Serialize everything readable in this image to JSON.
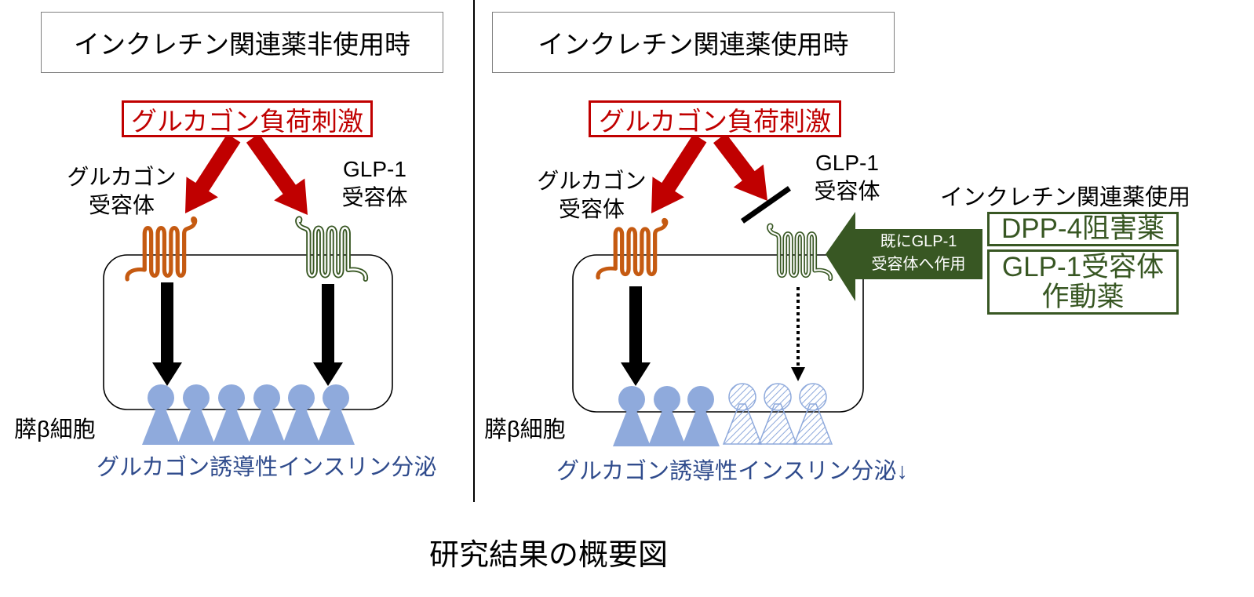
{
  "left_panel": {
    "title": "インクレチン関連薬非使用時",
    "stimulus": "グルカゴン負荷刺激",
    "glucagon_receptor_label": [
      "グルカゴン",
      "受容体"
    ],
    "glp1_receptor_label": [
      "GLP-1",
      "受容体"
    ],
    "cell_label": "膵β細胞",
    "outcome": "グルカゴン誘導性インスリン分泌"
  },
  "right_panel": {
    "title": "インクレチン関連薬使用時",
    "stimulus": "グルカゴン負荷刺激",
    "glucagon_receptor_label": [
      "グルカゴン",
      "受容体"
    ],
    "glp1_receptor_label": [
      "GLP-1",
      "受容体"
    ],
    "drug_group_label": "インクレチン関連薬使用",
    "drug_1": "DPP-4阻害薬",
    "drug_2": [
      "GLP-1受容体",
      "作動薬"
    ],
    "arrow_note": [
      "既にGLP-1",
      "受容体へ作用"
    ],
    "cell_label": "膵β細胞",
    "outcome": "グルカゴン誘導性インスリン分泌↓"
  },
  "caption": "研究結果の概要図",
  "colors": {
    "stimulus": "#c00000",
    "glucagon_receptor": "#c55a11",
    "glp1_receptor_and_drugs": "#385723",
    "beta_cell": "#8faadc",
    "outcome_text": "#2f4b8c"
  }
}
